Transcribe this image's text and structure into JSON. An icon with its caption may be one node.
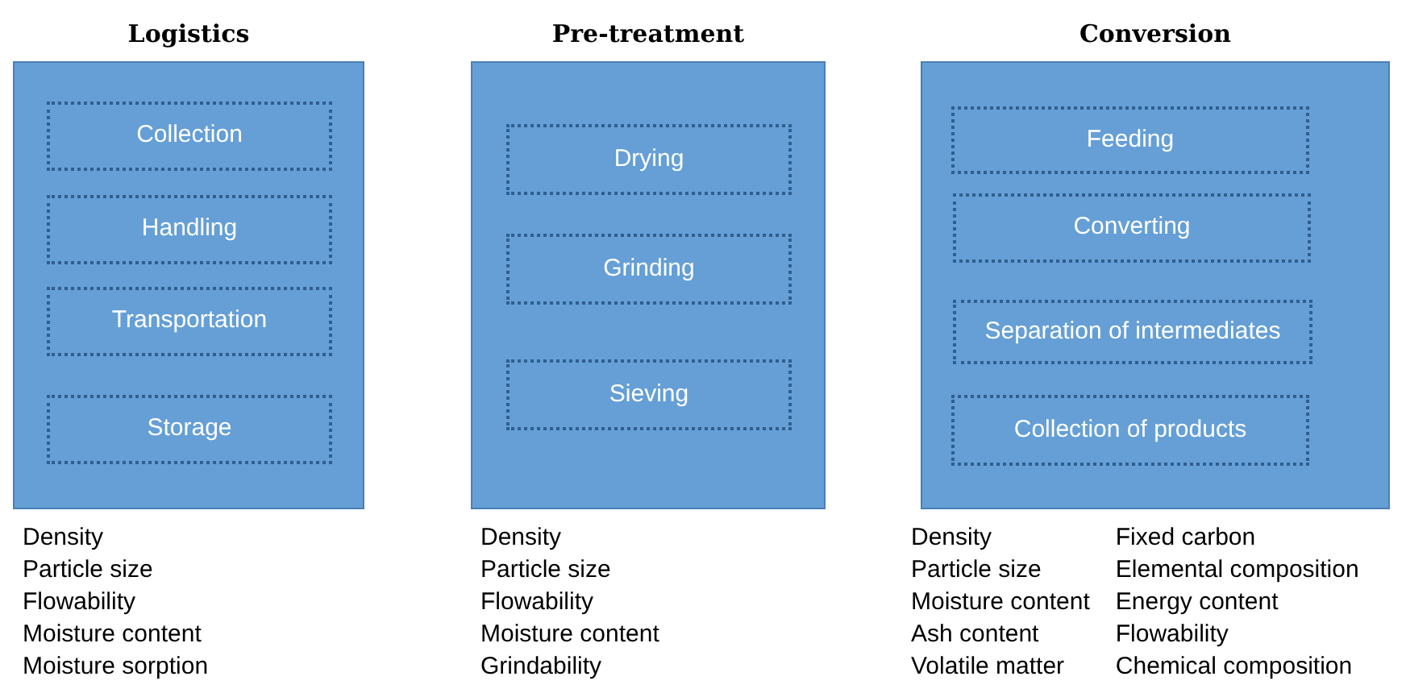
{
  "diagram": {
    "nodes": [
      {
        "text": [
          "Logistics"
        ],
        "beside": [
          "Density",
          "Particle size",
          "Flowability",
          "Moisture content",
          "Moisture sorption"
        ]
      },
      {
        "text": [
          "Collection"
        ],
        "in": 0
      },
      {
        "text": [
          "Handling"
        ],
        "in": 0
      },
      {
        "text": [
          "Transportation"
        ],
        "in": 0
      },
      {
        "text": [
          "Storage"
        ],
        "in": 0
      },
      {
        "text": [
          "Pre-treatment"
        ],
        "beside": [
          "Density",
          "Particle size",
          "Flowability",
          "Moisture content",
          "Grindability"
        ]
      },
      {
        "text": [
          "Drying"
        ],
        "in": 5
      },
      {
        "text": [
          "Grinding"
        ],
        "in": 5
      },
      {
        "text": [
          "Sieving"
        ],
        "in": 5
      },
      {
        "text": [
          "Conversion"
        ],
        "beside": [
          "Density",
          "Particle size",
          "Moisture content",
          "Ash content",
          "Volatile matter",
          "Fixed carbon",
          "Elemental composition",
          "Energy content",
          "Flowability",
          "Chemical composition"
        ]
      },
      {
        "text": [
          "Feeding"
        ],
        "in": 9
      },
      {
        "text": [
          "Converting"
        ],
        "in": 9
      },
      {
        "text": [
          "Separation of intermediates"
        ],
        "in": 9
      },
      {
        "text": [
          "Collection of products"
        ],
        "in": 9
      }
    ]
  }
}
